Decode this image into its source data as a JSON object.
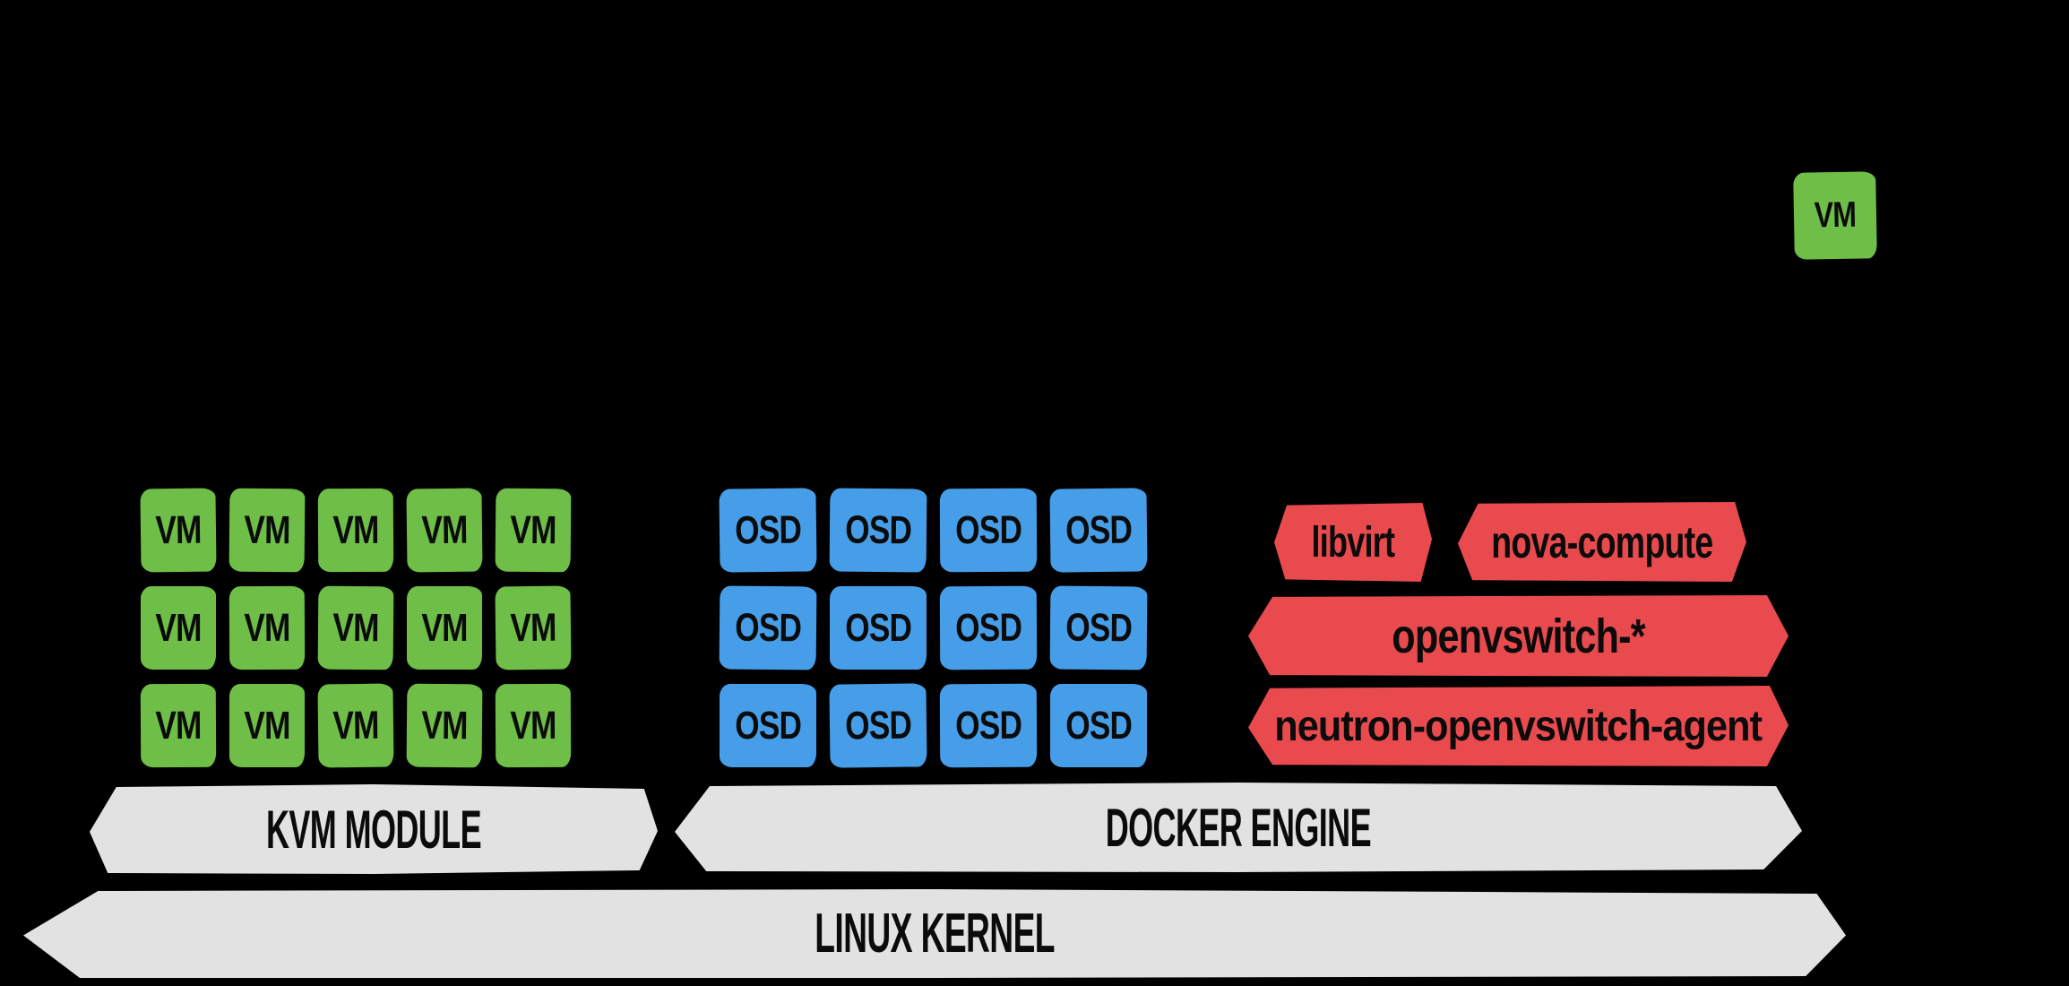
{
  "colors": {
    "background": "#000000",
    "vm_green": "#6EBE47",
    "osd_blue": "#479EE8",
    "service_red": "#E84A4E",
    "banner_gray": "#E2E2E2",
    "label_black": "#0b0b0b"
  },
  "labels": {
    "vm": "VM",
    "osd": "OSD"
  },
  "grids": {
    "vm": {
      "rows": 3,
      "cols": 5,
      "count": 15
    },
    "osd": {
      "rows": 3,
      "cols": 4,
      "count": 12
    }
  },
  "floating_vm": {
    "label": "VM"
  },
  "services": {
    "libvirt": "libvirt",
    "nova_compute": "nova-compute",
    "openvswitch": "openvswitch-*",
    "neutron_agent": "neutron-openvswitch-agent"
  },
  "banners": {
    "kvm": "KVM MODULE",
    "docker": "DOCKER ENGINE",
    "kernel": "LINUX KERNEL"
  }
}
